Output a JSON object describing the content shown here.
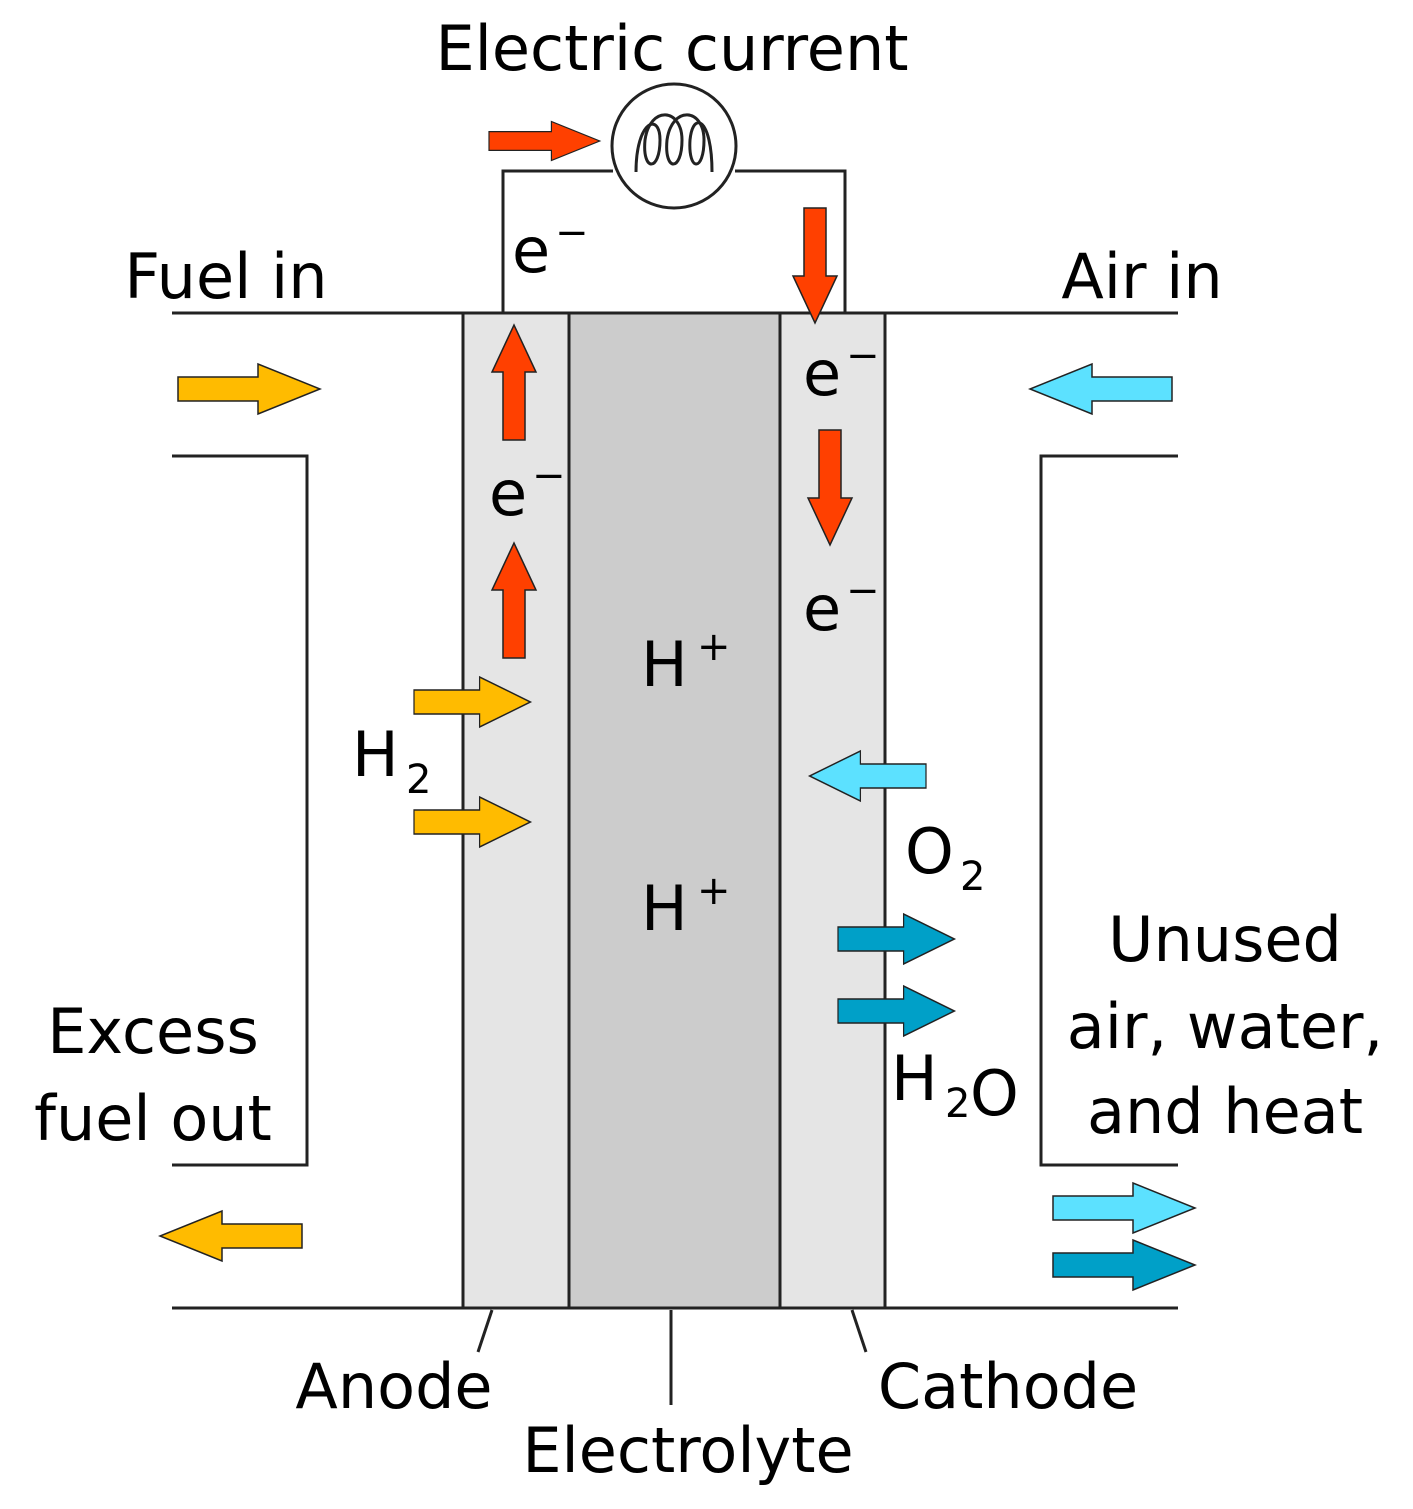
{
  "title": "Electric current",
  "labels": {
    "fuel_in": "Fuel in",
    "air_in": "Air in",
    "excess_fuel_line1": "Excess",
    "excess_fuel_line2": "fuel out",
    "unused_line1": "Unused",
    "unused_line2": "air, water,",
    "unused_line3": "and heat",
    "anode": "Anode",
    "electrolyte": "Electrolyte",
    "cathode": "Cathode"
  },
  "species": {
    "electron": "e",
    "electron_charge": "−",
    "proton": "H",
    "proton_charge": "+",
    "hydrogen": "H",
    "hydrogen_sub": "2",
    "oxygen": "O",
    "oxygen_sub": "2",
    "water_h": "H",
    "water_sub": "2",
    "water_o": "O"
  },
  "colors": {
    "electron_arrow": "#ff4000",
    "fuel_arrow": "#ffbb00",
    "air_arrow": "#5ce1ff",
    "water_arrow": "#00a0c8",
    "electrode": "#e5e5e5",
    "electrolyte": "#cccccc",
    "line": "#222222"
  },
  "icons": {
    "load": "light-bulb-coil-icon"
  }
}
